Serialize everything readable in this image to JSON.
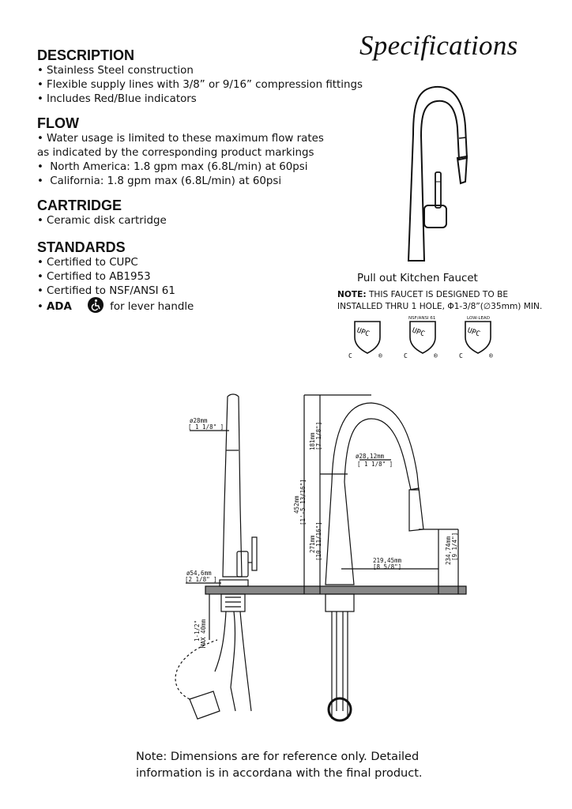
{
  "header": {
    "title": "Specifications"
  },
  "description": {
    "heading": "DESCRIPTION",
    "items": [
      "Stainless Steel construction",
      "Flexible supply lines with 3/8” or 9/16” compression fittings",
      "Includes Red/Blue indicators"
    ]
  },
  "flow": {
    "heading": "FLOW",
    "intro_line1": "Water usage is limited to these maximum flow rates",
    "intro_line2": "as indicated by the corresponding product markings",
    "items": [
      "North America: 1.8 gpm max (6.8L/min) at 60psi",
      "California: 1.8 gpm max (6.8L/min) at 60psi"
    ]
  },
  "cartridge": {
    "heading": "CARTRIDGE",
    "items": [
      "Ceramic disk cartridge"
    ]
  },
  "standards": {
    "heading": "STANDARDS",
    "items": [
      "Certified to CUPC",
      "Certified to AB1953",
      "Certified to NSF/ANSI 61"
    ],
    "ada_label": "ADA",
    "ada_suffix": "for lever handle"
  },
  "product": {
    "caption": "Pull out Kitchen Faucet",
    "note_label": "NOTE:",
    "note_line1": "THIS FAUCET IS DESIGNED TO BE",
    "note_line2": "INSTALLED THRU 1 HOLE, Φ1-3/8”(∅35mm) MIN."
  },
  "certifications": [
    {
      "tag": "",
      "mark": "UPC",
      "left": "C",
      "right": "®"
    },
    {
      "tag": "NSF/ANSI 61",
      "mark": "UPC",
      "left": "C",
      "right": "®"
    },
    {
      "tag": "LOW-LEAD",
      "mark": "UPC",
      "left": "C",
      "right": "®"
    }
  ],
  "dimensions": {
    "d28_mm": "ø28mm",
    "d28_in": "[ 1 1/8\" ]",
    "d5460_mm": "ø54,6mm",
    "d5460_in": "[2 1/8\" ]",
    "h452_mm": "452mm",
    "h452_in": "[1'-5 13/16\"]",
    "h181_mm": "181mm",
    "h181_in": "[7 1/8\"]",
    "h271_mm": "271mm",
    "h271_in": "[10 11/16\"]",
    "d2812_mm": "ø28,12mm",
    "d2812_in": "[ 1 1/8\" ]",
    "w21945_mm": "219,45mm",
    "w21945_in": "[8 5/8\"]",
    "h23474_mm": "234,74mm",
    "h23474_in": "[9 1/4\"]",
    "deck_top": "1-1/2\"",
    "deck_bottom": "MAX 40mm"
  },
  "footer": {
    "line1": "Note: Dimensions are for reference only. Detailed",
    "line2": "information is in accordana with the final product."
  }
}
